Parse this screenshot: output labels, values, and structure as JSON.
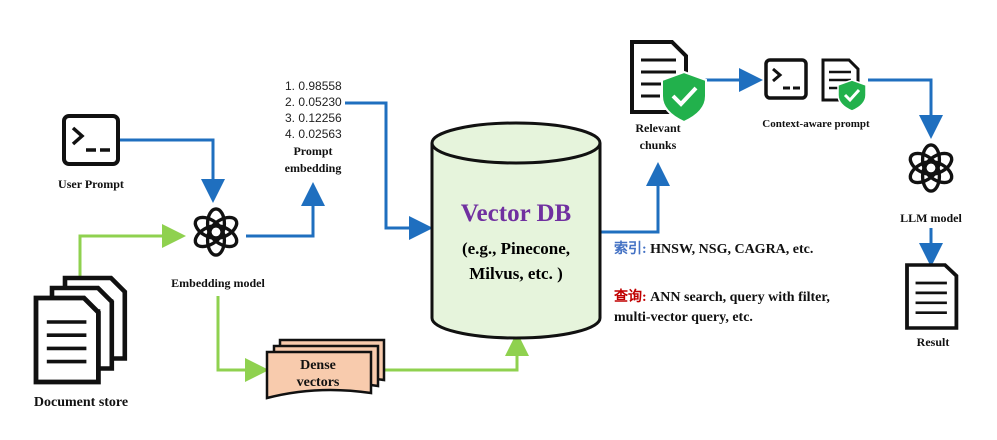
{
  "colors": {
    "blue_arrow": "#1f6fbf",
    "green_arrow": "#8fd14f",
    "db_fill": "#e6f4dc",
    "db_title": "#7030a0",
    "dense_fill": "#f8cbad",
    "shield": "#22b14c",
    "index_label": "#4472c4",
    "query_label": "#c00000"
  },
  "nodes": {
    "user_prompt": {
      "label": "User Prompt",
      "icon": "terminal-icon"
    },
    "document_store": {
      "label": "Document store",
      "icon": "documents-stack-icon"
    },
    "embedding_model": {
      "label": "Embedding model",
      "icon": "openai-logo-icon"
    },
    "prompt_embedding": {
      "values": [
        "1. 0.98558",
        "2. 0.05230",
        "3. 0.12256",
        "4. 0.02563"
      ],
      "label_line1": "Prompt",
      "label_line2": "embedding"
    },
    "dense_vectors": {
      "label_line1": "Dense",
      "label_line2": "vectors"
    },
    "vector_db": {
      "title": "Vector DB",
      "line1": "(e.g., Pinecone,",
      "line2": "Milvus, etc. )"
    },
    "relevant_chunks": {
      "label_line1": "Relevant",
      "label_line2": "chunks",
      "icon": "document-shield-icon"
    },
    "context_prompt": {
      "label": "Context-aware prompt"
    },
    "llm_model": {
      "label": "LLM model",
      "icon": "openai-logo-icon"
    },
    "result": {
      "label": "Result",
      "icon": "document-icon"
    }
  },
  "notes": {
    "index_key": "索引:",
    "index_text": " HNSW, NSG, CAGRA, etc.",
    "query_key": "查询:",
    "query_text": " ANN search, query with filter,",
    "query_text2": "multi-vector query, etc."
  }
}
